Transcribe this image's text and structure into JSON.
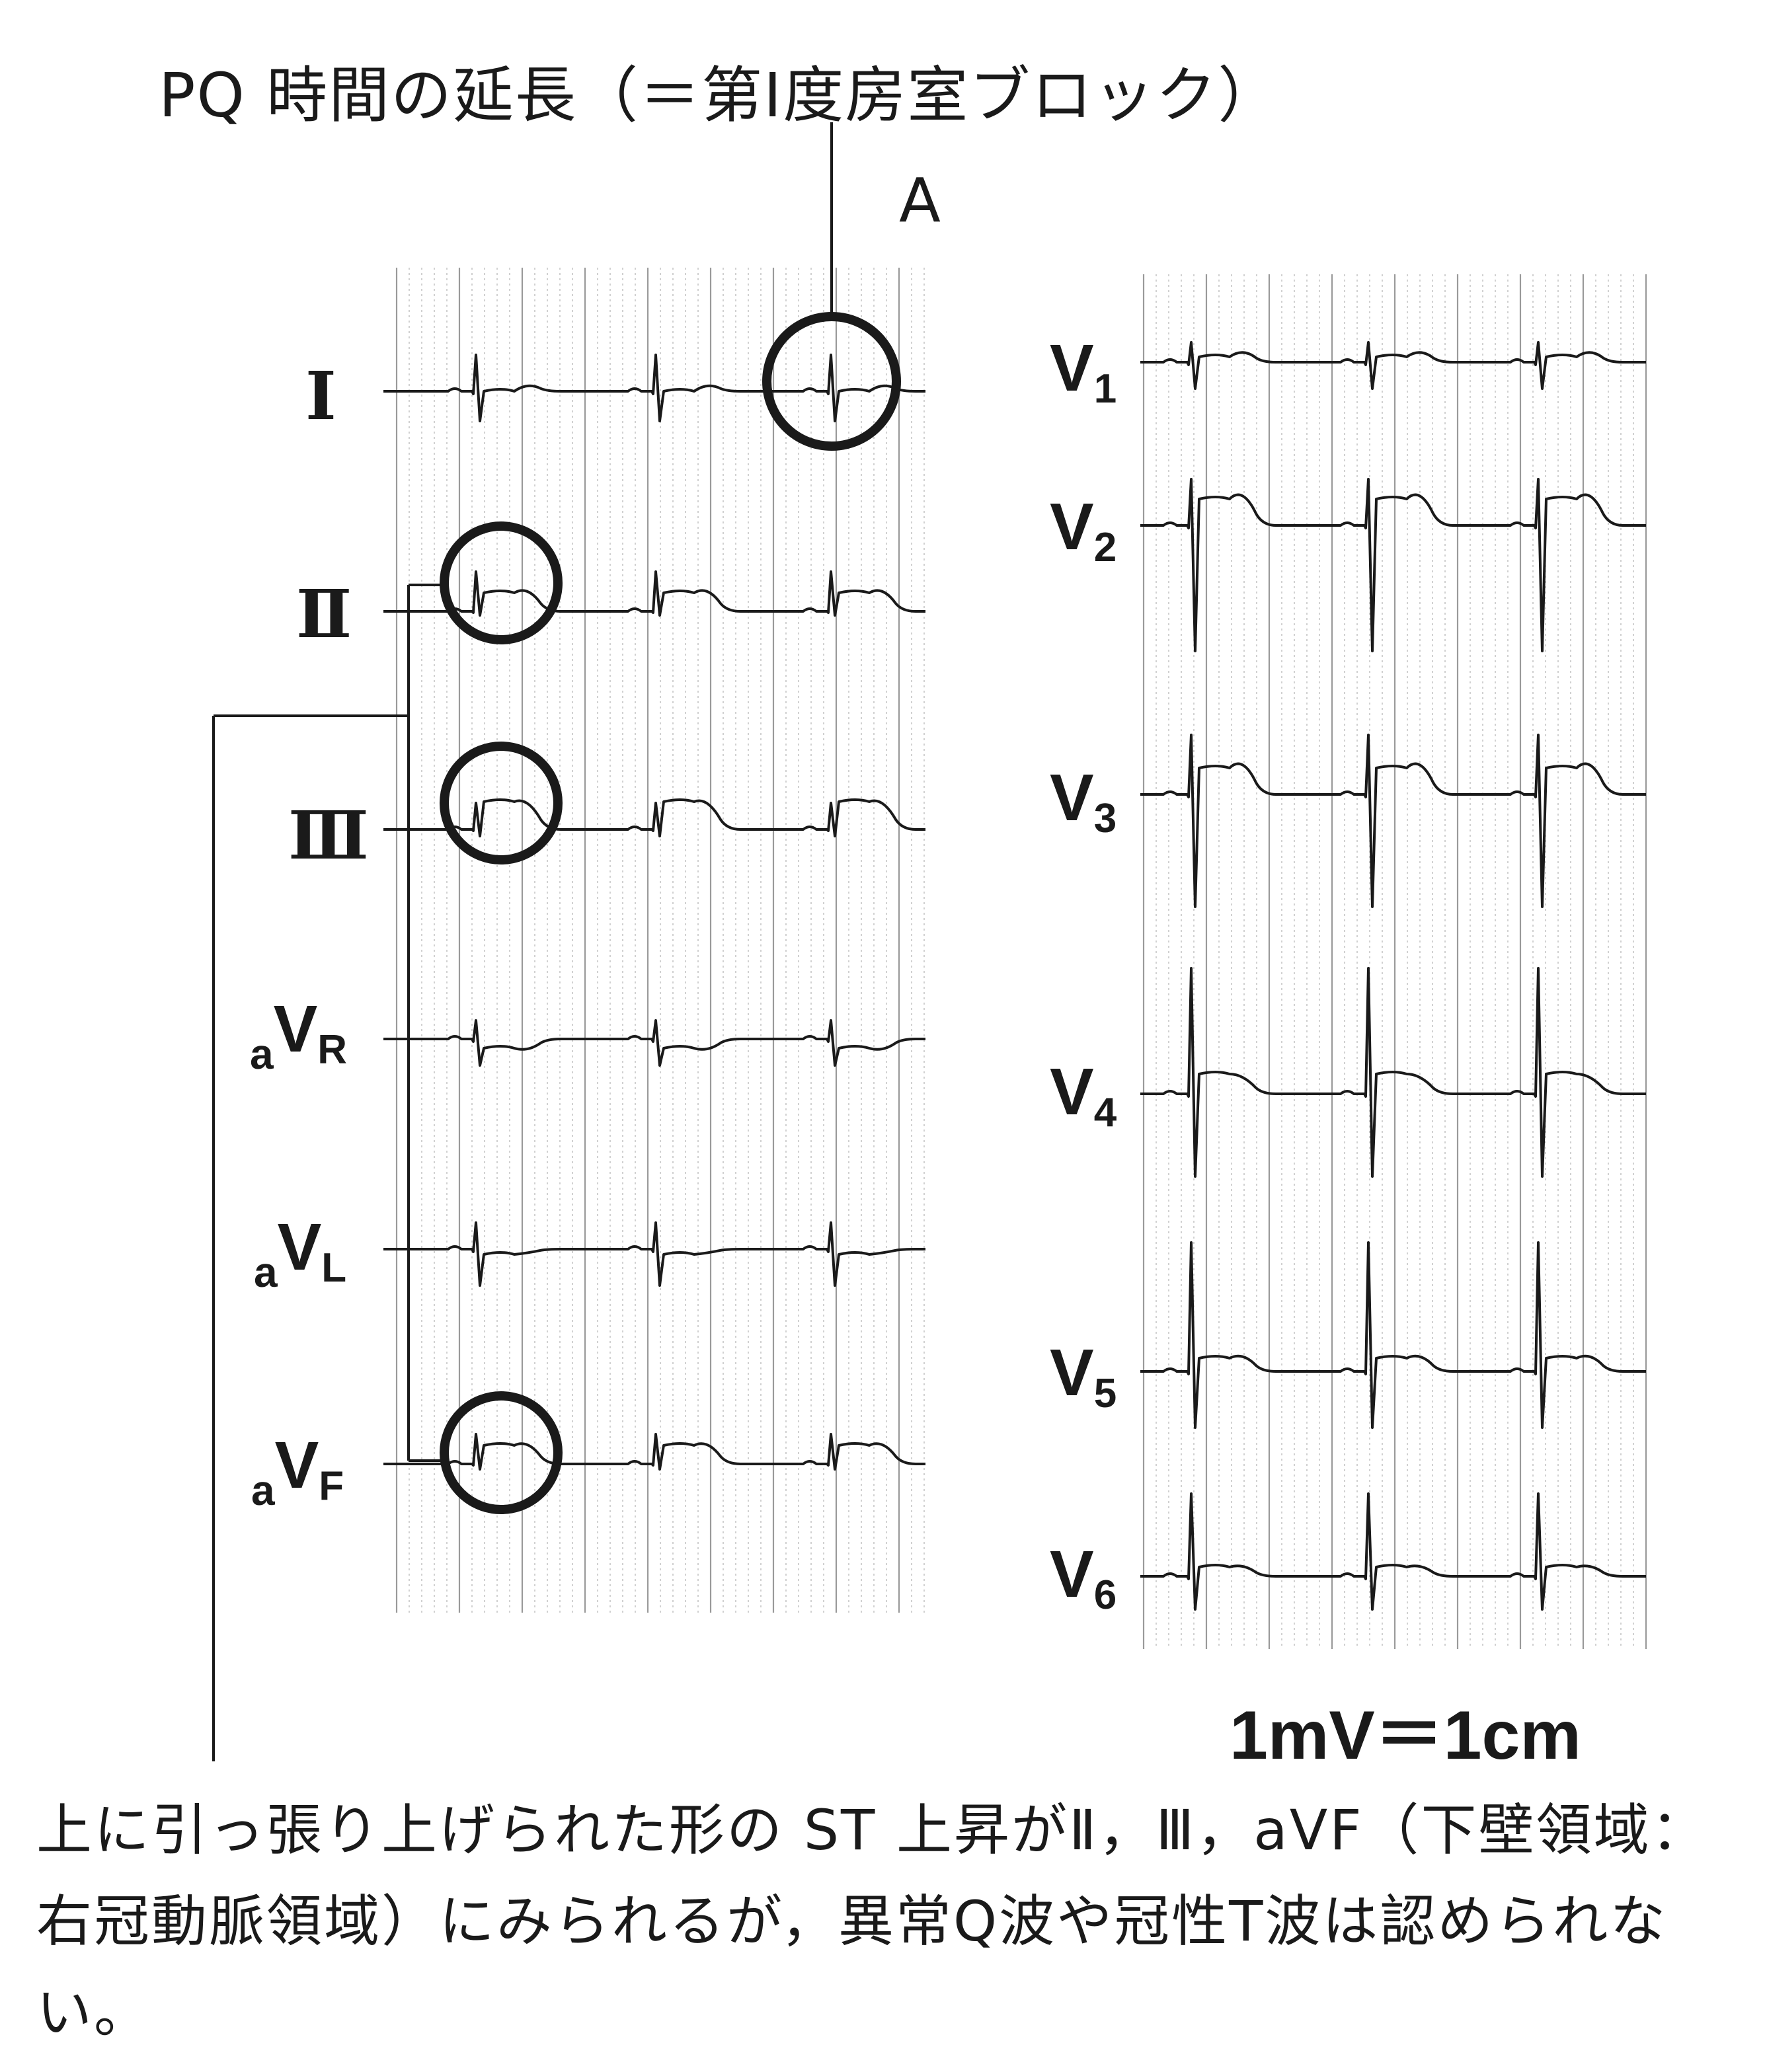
{
  "annotations": {
    "top": "PQ 時間の延長（＝第Ⅰ度房室ブロック）",
    "marker": "A",
    "scale": "1mV＝1cm",
    "bottom": "上に引っ張り上げられた形の ST 上昇がⅡ，Ⅲ，aVF（下壁領域：右冠動脈領域）にみられるが，異常Q波や冠性T波は認められない。"
  },
  "limb_leads": {
    "I": "Ⅰ",
    "II": "Ⅱ",
    "III": "Ⅲ",
    "aVR": {
      "pre": "a",
      "main": "V",
      "sub": "R"
    },
    "aVL": {
      "pre": "a",
      "main": "V",
      "sub": "L"
    },
    "aVF": {
      "pre": "a",
      "main": "V",
      "sub": "F"
    }
  },
  "chest_leads": [
    {
      "main": "V",
      "sub": "1"
    },
    {
      "main": "V",
      "sub": "2"
    },
    {
      "main": "V",
      "sub": "3"
    },
    {
      "main": "V",
      "sub": "4"
    },
    {
      "main": "V",
      "sub": "5"
    },
    {
      "main": "V",
      "sub": "6"
    }
  ],
  "colors": {
    "ink": "#1a1a1a",
    "grid": "#9a9a9a",
    "grid_dots": "#b8b8b8"
  }
}
